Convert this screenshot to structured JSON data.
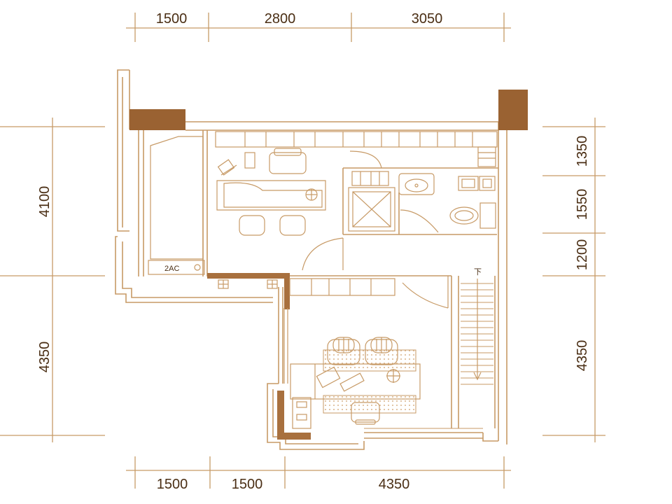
{
  "dimensions": {
    "top": [
      "1500",
      "2800",
      "3050"
    ],
    "bottom": [
      "1500",
      "1500",
      "4350"
    ],
    "left": [
      "4100",
      "4350"
    ],
    "right": [
      "1350",
      "1550",
      "1200",
      "4350"
    ]
  },
  "labels": {
    "ac_unit": "2AC",
    "stair_down": "下"
  },
  "colors": {
    "line": "#c79a66",
    "wall_fill": "#a8703e",
    "column_fill": "#9a6232",
    "text": "#4a2e14",
    "pattern": "#d9b28a"
  }
}
